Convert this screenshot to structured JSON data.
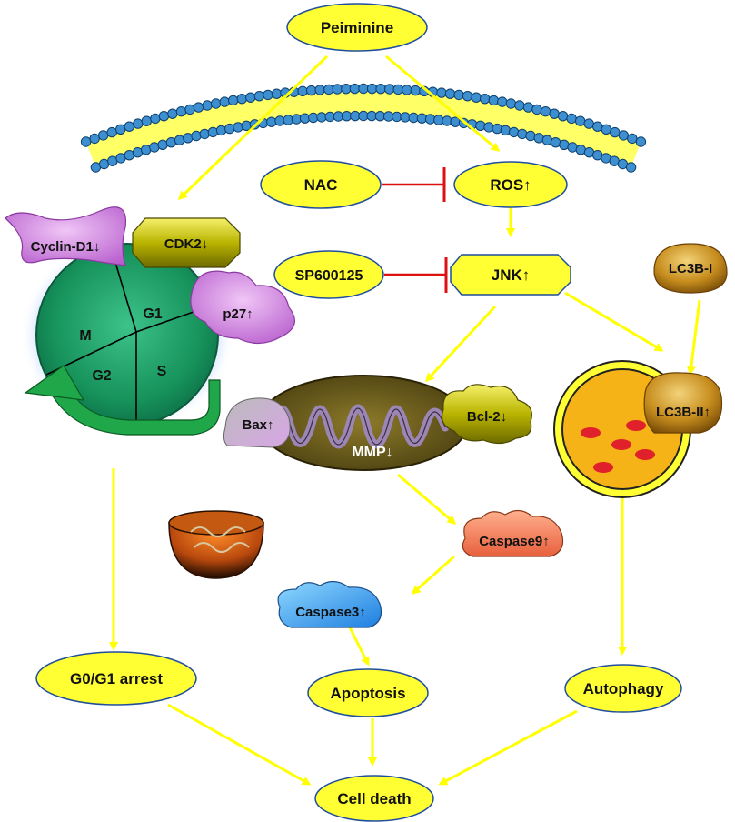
{
  "nodes": {
    "peiminine": "Peiminine",
    "nac": "NAC",
    "ros": "ROS",
    "sp600125": "SP600125",
    "jnk": "JNK",
    "cyclin_d1": "Cyclin-D1",
    "cdk2": "CDK2",
    "p27": "p27",
    "lc3b_i": "LC3B-I",
    "lc3b_ii": "LC3B-II",
    "bax": "Bax",
    "bcl2": "Bcl-2",
    "mmp": "MMP",
    "caspase9": "Caspase9",
    "caspase3": "Caspase3",
    "g0g1_arrest": "G0/G1 arrest",
    "apoptosis": "Apoptosis",
    "autophagy": "Autophagy",
    "cell_death": "Cell death"
  },
  "cell_cycle": {
    "phases": [
      "G1",
      "S",
      "G2",
      "M"
    ]
  },
  "symbols": {
    "up": "↑",
    "down": "↓"
  },
  "colors": {
    "node_fill": "#ffff33",
    "node_border": "#1f4e9c",
    "arrow": "#ffff00",
    "inhibit": "#dd1111",
    "membrane_head": "#3d8fd0",
    "membrane_tail": "#ffff55",
    "cycle_green": "#1fae6a",
    "cyclin_purple": "#c56bd6",
    "mito_purple": "#7b5a86",
    "vesicle_orange": "#f5b317",
    "caspase9": "#f07a55",
    "caspase3": "#3fa2e6"
  }
}
